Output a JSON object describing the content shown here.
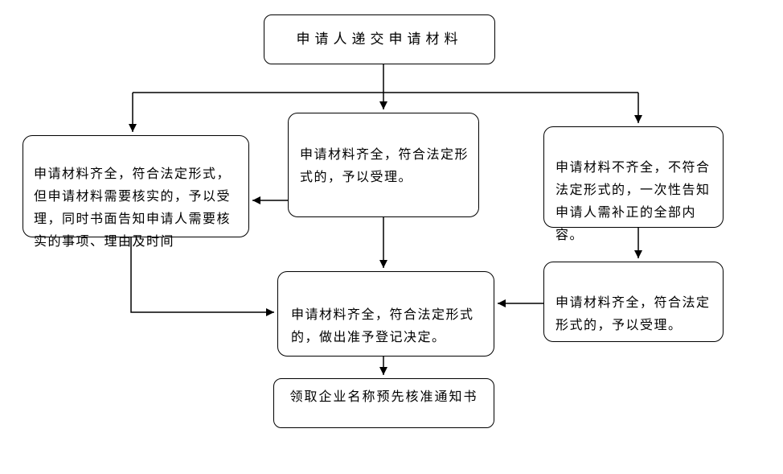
{
  "page": {
    "background_color": "#ffffff",
    "line_color": "#000000",
    "node_fill_color": "#ffffff",
    "diagram_type": "flowchart"
  },
  "nodes": {
    "start": {
      "label": "申请人递交申请材料"
    },
    "left_verify": {
      "label": "申请材料齐全，符合法定形式，\n但申请材料需要核实的，予以受\n理，同时书面告知申请人需要核\n实的事项、理由及时间"
    },
    "middle_accept": {
      "label": "申请材料齐全，符合法定形\n式的，予以受理。"
    },
    "right_incomplete": {
      "label": "申请材料不齐全，不符合\n法定形式的，一次性告知\n申请人需补正的全部内\n容。"
    },
    "right_accept": {
      "label": "申请材料齐全，符合法定\n形式的，予以受理。"
    },
    "decision": {
      "label": "申请材料齐全，符合法定形式\n的，做出准予登记决定。"
    },
    "end": {
      "label": "领取企业名称预先核准通知书"
    }
  },
  "edges": [
    {
      "from": "start",
      "to": "left_verify",
      "arrow": "down"
    },
    {
      "from": "start",
      "to": "middle_accept",
      "arrow": "down"
    },
    {
      "from": "start",
      "to": "right_incomplete",
      "arrow": "down"
    },
    {
      "from": "middle_accept",
      "to": "left_verify",
      "arrow": "left"
    },
    {
      "from": "left_verify",
      "to": "decision",
      "arrow": "right"
    },
    {
      "from": "middle_accept",
      "to": "decision",
      "arrow": "down"
    },
    {
      "from": "right_incomplete",
      "to": "right_accept",
      "arrow": "down"
    },
    {
      "from": "right_accept",
      "to": "decision",
      "arrow": "left"
    },
    {
      "from": "decision",
      "to": "end",
      "arrow": "down"
    }
  ]
}
